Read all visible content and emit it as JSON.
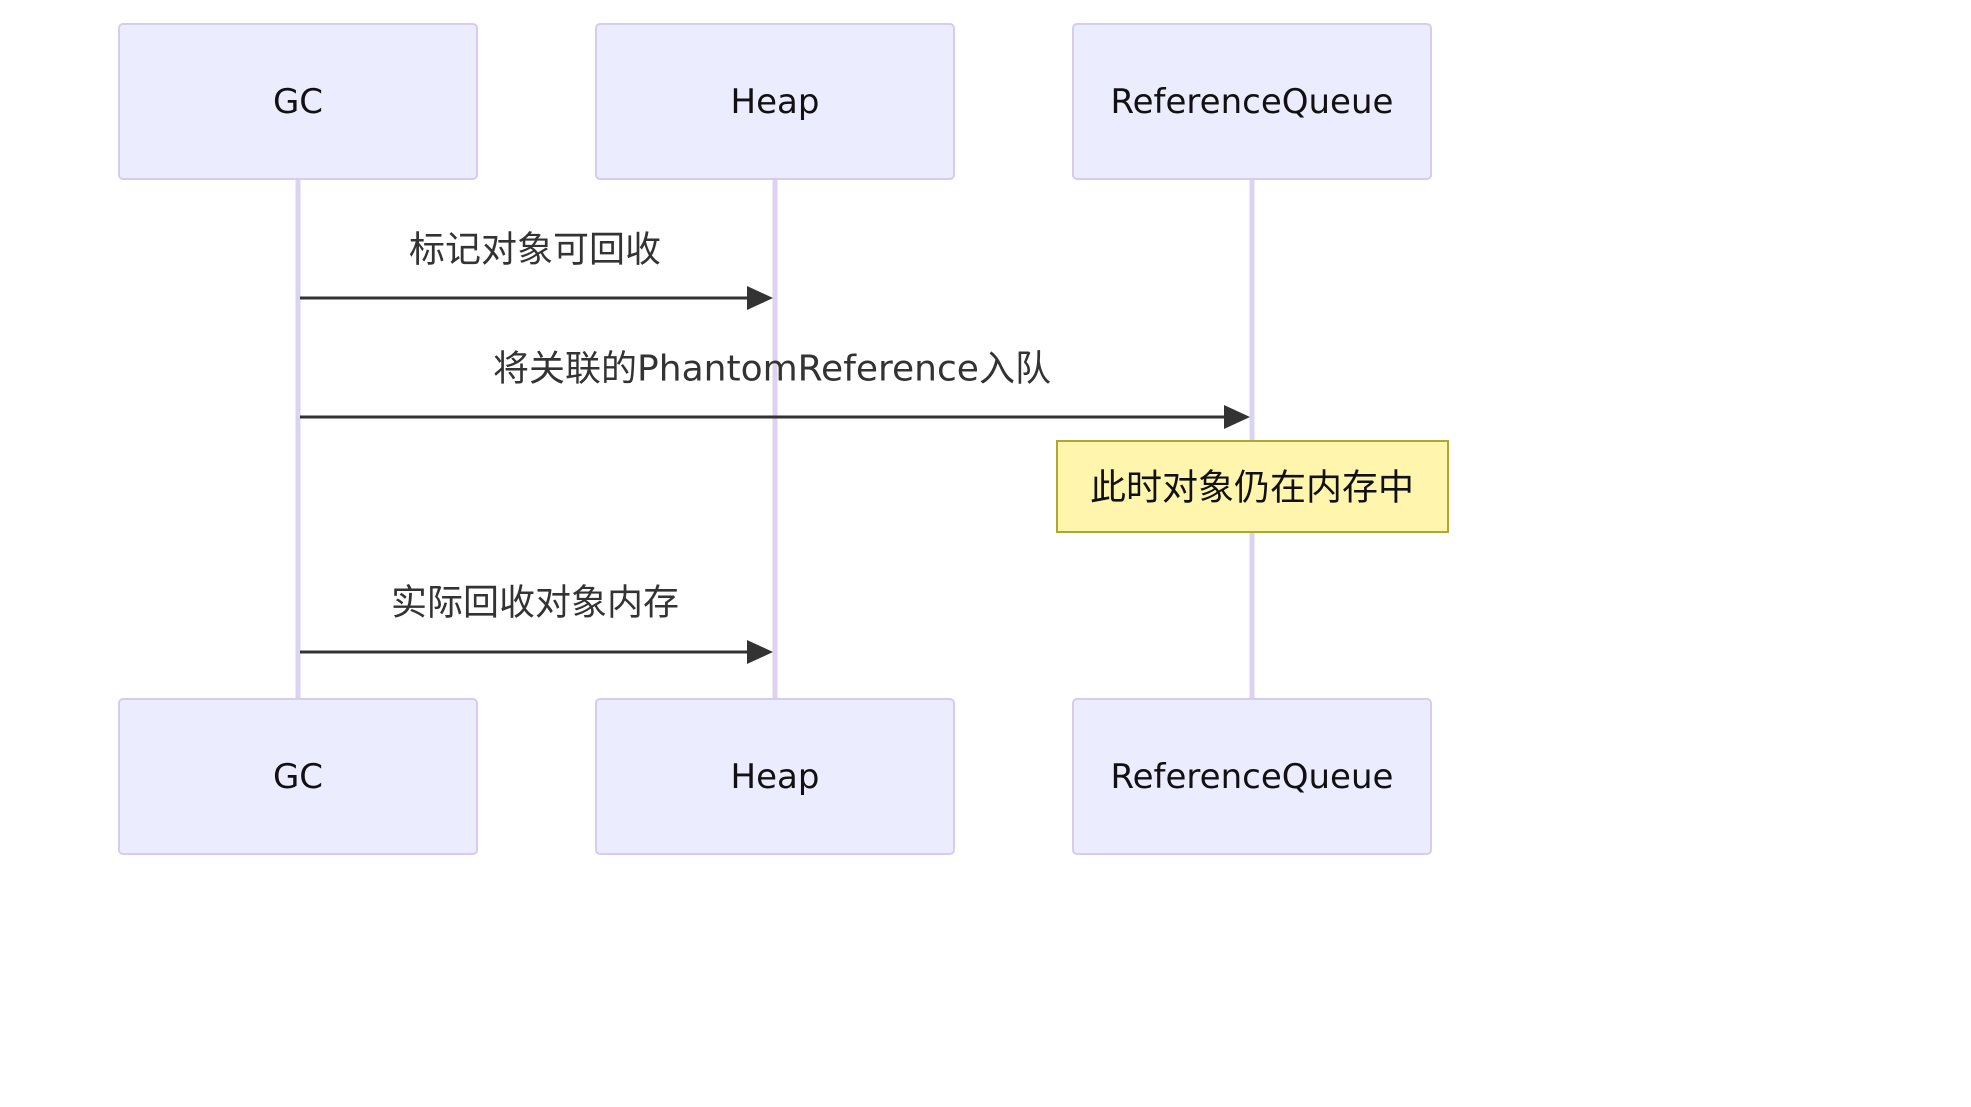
{
  "participants": [
    {
      "id": "gc",
      "label": "GC"
    },
    {
      "id": "heap",
      "label": "Heap"
    },
    {
      "id": "rq",
      "label": "ReferenceQueue"
    }
  ],
  "messages": [
    {
      "from": "GC",
      "to": "Heap",
      "label": "标记对象可回收"
    },
    {
      "from": "GC",
      "to": "ReferenceQueue",
      "label": "将关联的PhantomReference入队"
    },
    {
      "from": "GC",
      "to": "Heap",
      "label": "实际回收对象内存"
    }
  ],
  "note": {
    "over": "ReferenceQueue",
    "label": "此时对象仍在内存中"
  },
  "colors": {
    "actor_fill": "#ECECFF",
    "actor_stroke": "#D6CCF0",
    "lifeline": "#DCD3F3",
    "message": "#333333",
    "note_fill": "#FFF5AD",
    "note_stroke": "#AAAA33"
  }
}
